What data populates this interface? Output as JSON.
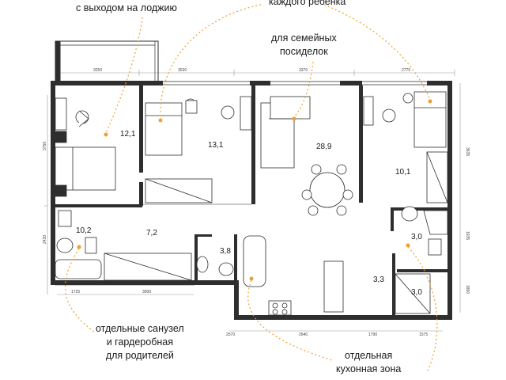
{
  "callouts": {
    "loggia_exit": "с выходом на лоджию",
    "each_child": "каждого ребенка",
    "family_gatherings": [
      "для семейных",
      "посиделок"
    ],
    "parents_bath": [
      "отдельные санузел",
      "и гардеробная",
      "для родителей"
    ],
    "kitchen_zone": [
      "отдельная",
      "кухонная зона"
    ]
  },
  "rooms": {
    "bedroom_master": "12,1",
    "bedroom_child1": "13,1",
    "living_room": "28,9",
    "bedroom_child2": "10,1",
    "bathroom_parents": "10,2",
    "hallway": "7,2",
    "bathroom_main": "3,8",
    "kitchen": "3,3",
    "bathroom_right": "3,0",
    "closet_right": "3,0"
  },
  "dimensions": {
    "top": [
      "3250",
      "3530",
      "3370",
      "2775"
    ],
    "bottom": [
      "1725",
      "3000",
      "2570",
      "2640",
      "1790",
      "1575"
    ],
    "left": [
      "3750",
      "2430"
    ],
    "right": [
      "3635",
      "1935",
      "1890"
    ]
  },
  "colors": {
    "wall": "#2e2e2e",
    "accent": "#f0a030",
    "dim_line": "#9a9a9a"
  }
}
